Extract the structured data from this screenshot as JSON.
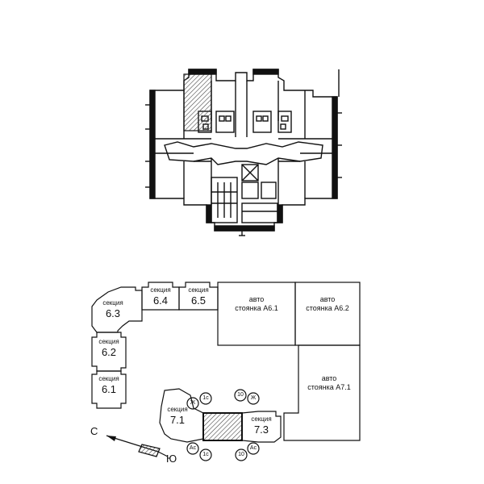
{
  "sections": [
    {
      "caption": "секция",
      "number": "6.3"
    },
    {
      "caption": "секция",
      "number": "6.4"
    },
    {
      "caption": "секция",
      "number": "6.5"
    },
    {
      "caption": "секция",
      "number": "6.2"
    },
    {
      "caption": "секция",
      "number": "6.1"
    },
    {
      "caption": "секция",
      "number": "7.1"
    },
    {
      "caption": "секция",
      "number": "7.3"
    }
  ],
  "parking": [
    {
      "line1": "авто",
      "line2": "стоянка А6.1"
    },
    {
      "line1": "авто",
      "line2": "стоянка А6.2"
    },
    {
      "line1": "авто",
      "line2": "стоянка А7.1"
    }
  ],
  "markers": [
    "Ж",
    "1с",
    "10",
    "Ж",
    "Ас",
    "1с",
    "10",
    "Ас"
  ],
  "compass": {
    "north": "С",
    "south": "Ю"
  },
  "colors": {
    "ink": "#111111",
    "hatch": "#555555"
  }
}
